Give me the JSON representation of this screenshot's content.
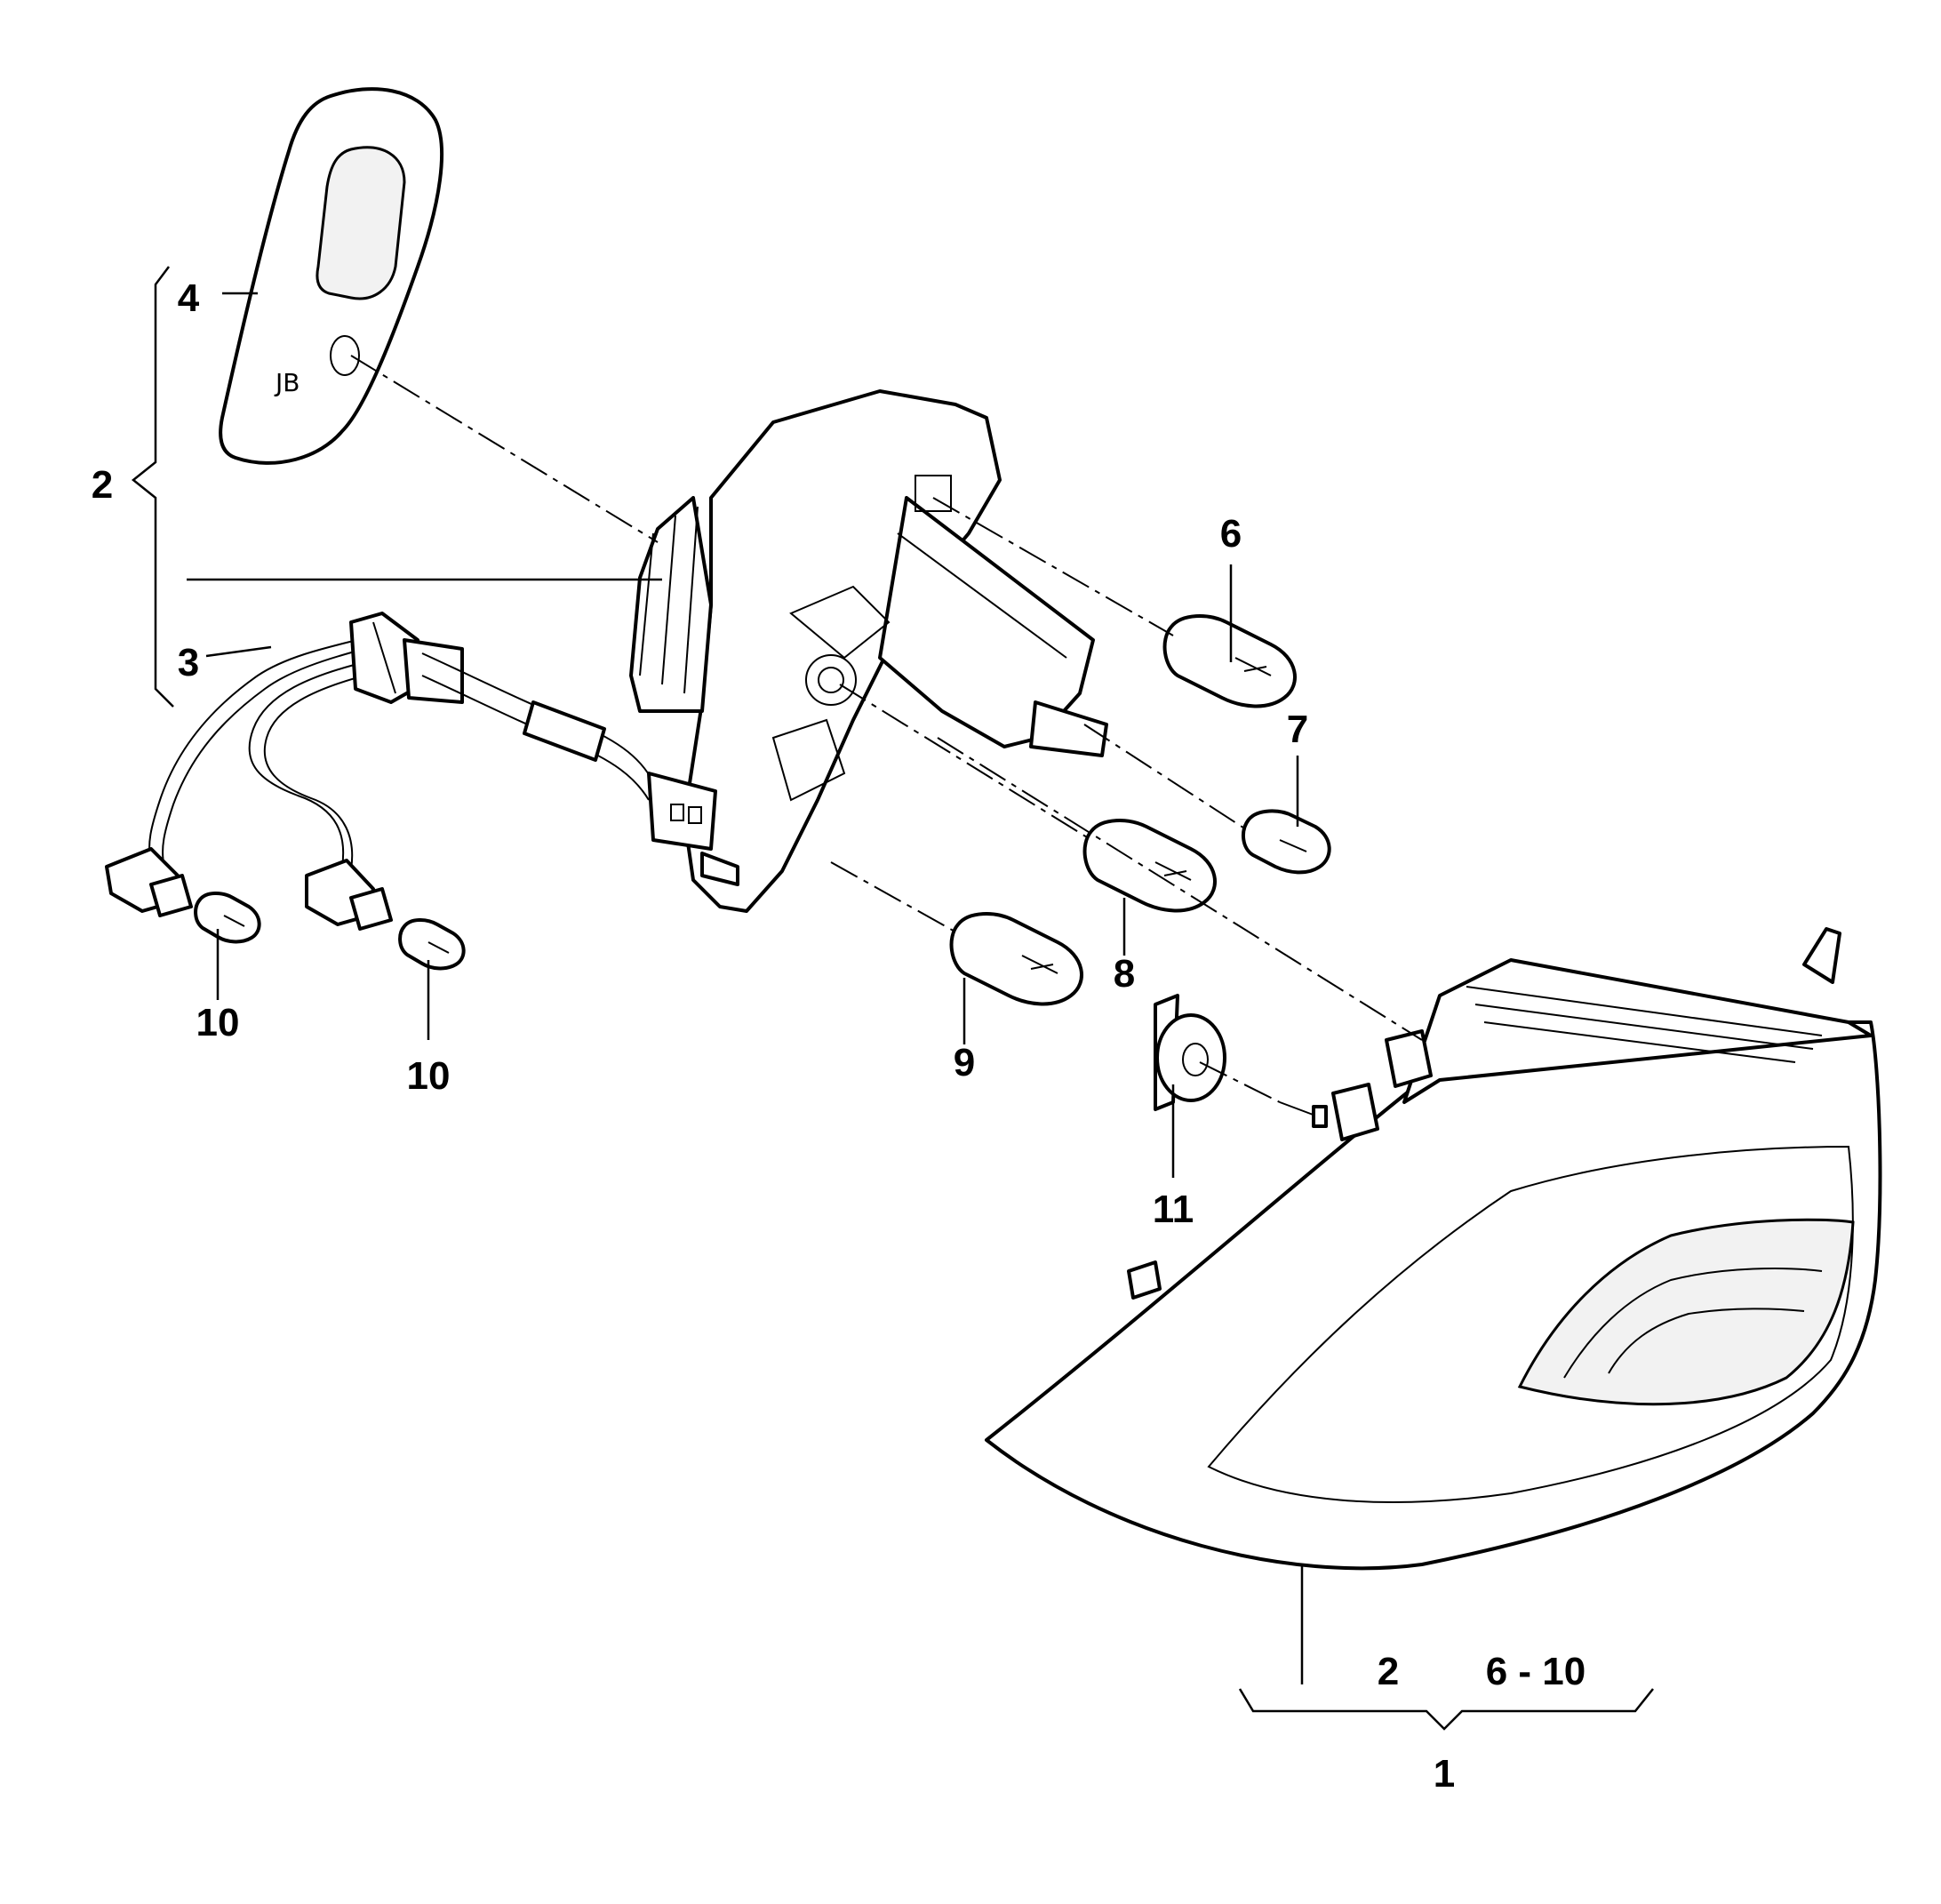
{
  "diagram": {
    "callouts": {
      "c1": "1",
      "c2_left": "2",
      "c2_bottom": "2",
      "c3": "3",
      "c4": "4",
      "c6": "6",
      "c6_10": "6 - 10",
      "c7": "7",
      "c8": "8",
      "c9": "9",
      "c10_a": "10",
      "c10_b": "10",
      "c11": "11"
    },
    "parts": [
      "cover-plate",
      "bulb-holder-plate",
      "wiring-harness",
      "bulb-6",
      "bulb-7",
      "bulb-8",
      "bulb-9",
      "bulb-10-a",
      "bulb-10-b",
      "fixing-clip-11",
      "tail-lamp-housing"
    ]
  }
}
